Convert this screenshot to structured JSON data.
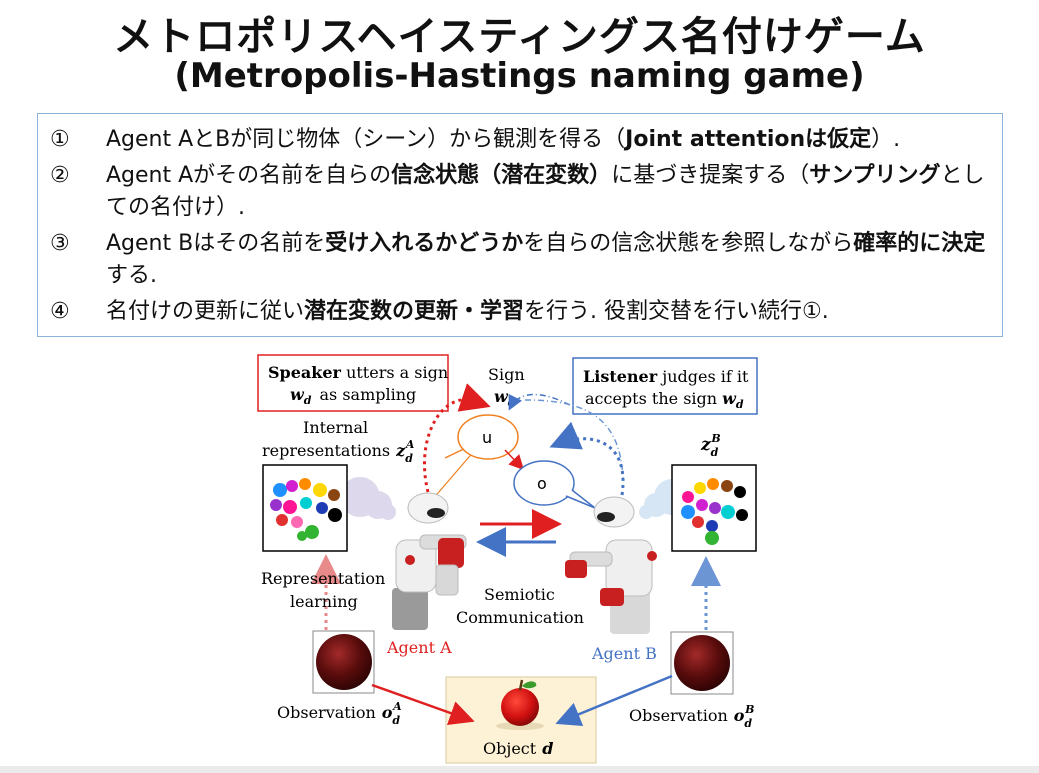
{
  "title": {
    "ja": "メトロポリスヘイスティングス名付けゲーム",
    "en": "(Metropolis-Hastings naming game)"
  },
  "steps": [
    {
      "num": "①",
      "segments": [
        {
          "t": "Agent AとBが同じ物体（シーン）から観測を得る（",
          "b": false
        },
        {
          "t": "Joint attentionは仮定",
          "b": true
        },
        {
          "t": "）.",
          "b": false
        }
      ]
    },
    {
      "num": "②",
      "segments": [
        {
          "t": "Agent Aがその名前を自らの",
          "b": false
        },
        {
          "t": "信念状態（潜在変数）",
          "b": true
        },
        {
          "t": "に基づき提案する（",
          "b": false
        },
        {
          "t": "サンプリング",
          "b": true
        },
        {
          "t": "としての名付け）.",
          "b": false
        }
      ]
    },
    {
      "num": "③",
      "segments": [
        {
          "t": "Agent Bはその名前を",
          "b": false
        },
        {
          "t": "受け入れるかどうか",
          "b": true
        },
        {
          "t": "を自らの信念状態を参照しながら",
          "b": false
        },
        {
          "t": "確率的に決定",
          "b": true
        },
        {
          "t": "する.",
          "b": false
        }
      ]
    },
    {
      "num": "④",
      "segments": [
        {
          "t": "名付けの更新に従い",
          "b": false
        },
        {
          "t": "潜在変数の更新・学習",
          "b": true
        },
        {
          "t": "を行う.  役割交替を行い続行①.",
          "b": false
        }
      ]
    }
  ],
  "diagram": {
    "speaker_box": {
      "bold": "Speaker",
      "rest": " utters a sign",
      "var": "w",
      "sub": "d",
      "tail": "as sampling"
    },
    "sign_label": {
      "word": "Sign",
      "var": "w",
      "sub": "d"
    },
    "listener_box": {
      "bold": "Listener",
      "rest": " judges if it",
      "line2": "accepts the sign",
      "var": "w",
      "sub": "d"
    },
    "internal_label": {
      "line1": "Internal",
      "line2": "representations",
      "var": "z",
      "sub": "d",
      "sup": "A"
    },
    "zb_label": {
      "var": "z",
      "sub": "d",
      "sup": "B"
    },
    "bubble_u": "u",
    "bubble_o": "o",
    "rep_learning": {
      "line1": "Representation",
      "line2": "learning"
    },
    "semiotic": {
      "line1": "Semiotic",
      "line2": "Communication"
    },
    "agent_a": "Agent A",
    "agent_b": "Agent B",
    "obs_a": {
      "word": "Observation",
      "var": "o",
      "sub": "d",
      "sup": "A"
    },
    "obs_b": {
      "word": "Observation",
      "var": "o",
      "sub": "d",
      "sup": "B"
    },
    "object": {
      "word": "Object",
      "var": "d"
    },
    "colors": {
      "speaker_red": "#e02020",
      "listener_blue": "#4472c4",
      "orange": "#f08020",
      "object_bg": "#fdf2d6",
      "agent_a_text": "#e02020",
      "agent_b_text": "#4472c4"
    }
  }
}
